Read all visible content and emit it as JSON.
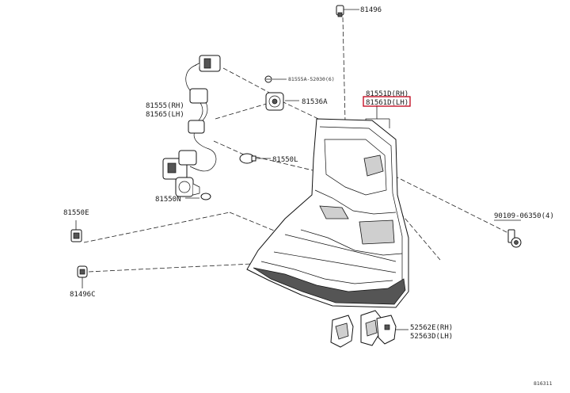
{
  "labels": {
    "p81496": "81496",
    "p81555A": "81555A-52030(6)",
    "p81536A": "81536A",
    "p81555rh": "81555(RH)",
    "p81565lh": "81565(LH)",
    "p81550L": "81550L",
    "p81550N": "81550N",
    "p81550E": "81550E",
    "p81496C": "81496C",
    "p81551D": "81551D(RH)",
    "p81561D": "81561D(LH)",
    "p90109": "90109-06350(4)",
    "p52562E": "52562E(RH)",
    "p52563D": "52563D(LH)",
    "ref": "816311"
  },
  "colors": {
    "highlight": "#c00018",
    "line": "#111111"
  }
}
